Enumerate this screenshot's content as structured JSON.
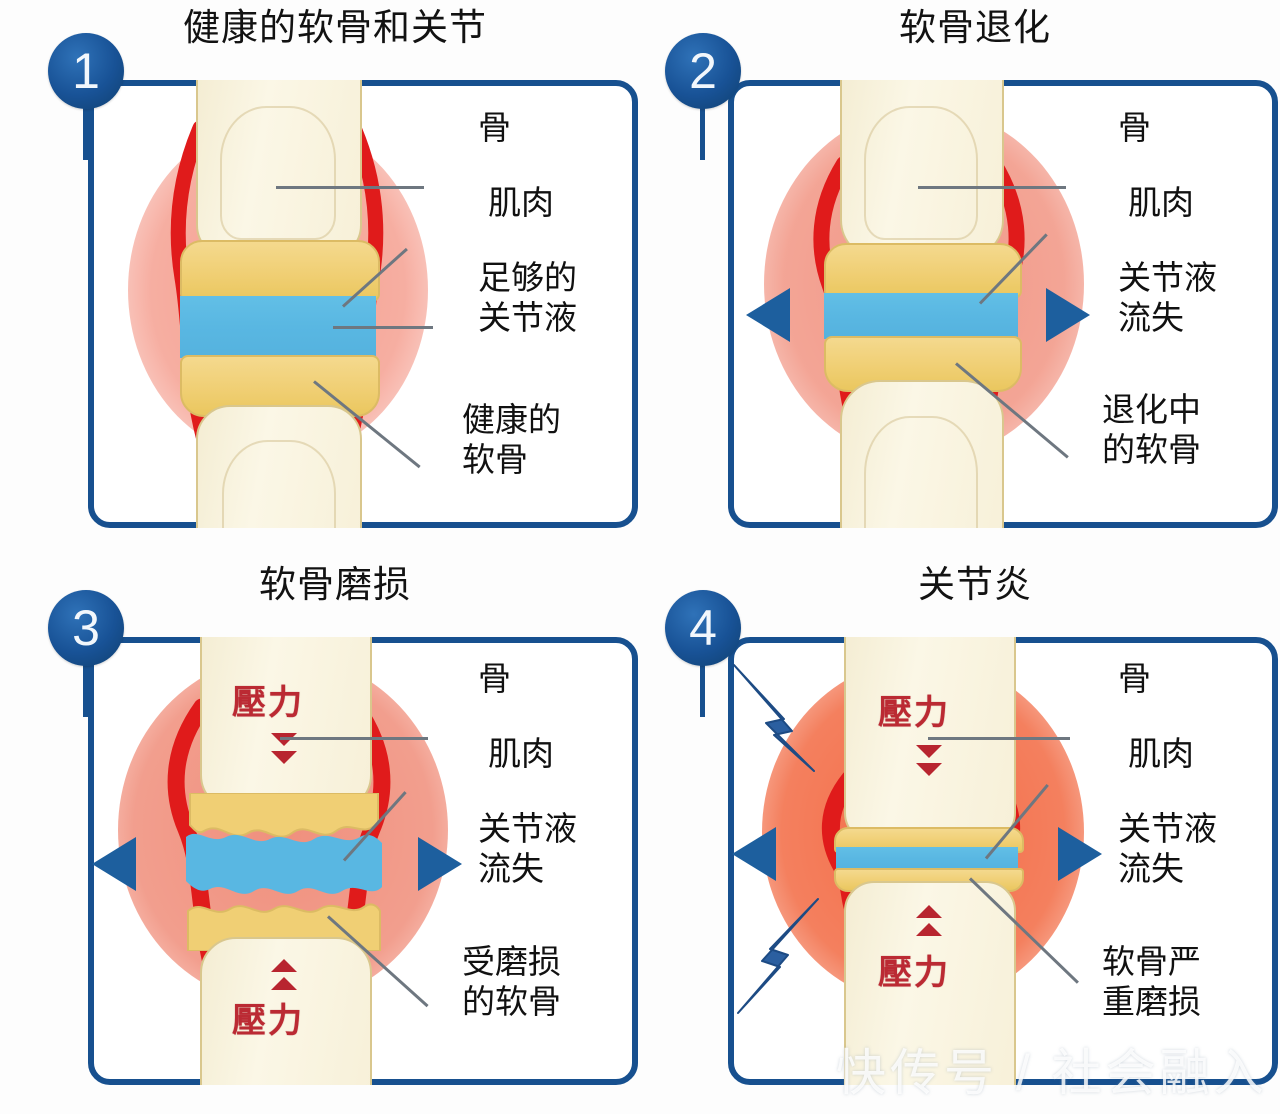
{
  "diagram": {
    "watermark": "快传号 / 社会融入",
    "colors": {
      "badge_blue": "#17508f",
      "frame_blue": "#17508f",
      "bone": "#f7f0d8",
      "cartilage": "#f0cf74",
      "synovial_fluid": "#59b7e2",
      "muscle": "#e01b1b",
      "halo_stage1": "#f4a89b",
      "halo_stage2": "#f0907f",
      "halo_stage3": "#ef8b78",
      "halo_stage4": "#f2663f",
      "arrow_blue": "#1d5f9e",
      "pressure_red": "#bb2a33",
      "leader_gray": "#6e7780"
    },
    "panels": [
      {
        "number": "1",
        "title": "健康的软骨和关节",
        "labels": [
          {
            "name": "bone",
            "text": "骨"
          },
          {
            "name": "muscle",
            "text": "肌肉"
          },
          {
            "name": "synovial-fluid",
            "text": "足够的\n关节液"
          },
          {
            "name": "cartilage",
            "text": "健康的\n软骨"
          }
        ],
        "pressure_text": [],
        "has_outflow_arrows": false,
        "has_lightning": false
      },
      {
        "number": "2",
        "title": "软骨退化",
        "labels": [
          {
            "name": "bone",
            "text": "骨"
          },
          {
            "name": "muscle",
            "text": "肌肉"
          },
          {
            "name": "fluid-loss",
            "text": "关节液\n流失"
          },
          {
            "name": "cartilage",
            "text": "退化中\n的软骨"
          }
        ],
        "pressure_text": [],
        "has_outflow_arrows": true,
        "has_lightning": false
      },
      {
        "number": "3",
        "title": "软骨磨损",
        "labels": [
          {
            "name": "bone",
            "text": "骨"
          },
          {
            "name": "muscle",
            "text": "肌肉"
          },
          {
            "name": "fluid-loss",
            "text": "关节液\n流失"
          },
          {
            "name": "cartilage",
            "text": "受磨损\n的软骨"
          }
        ],
        "pressure_text": [
          "壓力",
          "壓力"
        ],
        "has_outflow_arrows": true,
        "has_lightning": false
      },
      {
        "number": "4",
        "title": "关节炎",
        "labels": [
          {
            "name": "bone",
            "text": "骨"
          },
          {
            "name": "muscle",
            "text": "肌肉"
          },
          {
            "name": "fluid-loss",
            "text": "关节液\n流失"
          },
          {
            "name": "cartilage",
            "text": "软骨严\n重磨损"
          }
        ],
        "pressure_text": [
          "壓力",
          "壓力"
        ],
        "has_outflow_arrows": true,
        "has_lightning": true
      }
    ]
  }
}
